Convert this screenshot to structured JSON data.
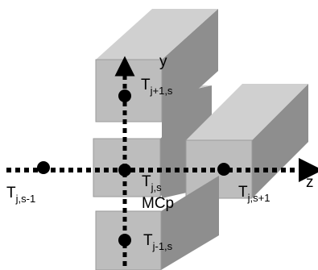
{
  "colors": {
    "front": "#bdbdbd",
    "top": "#d0d0d0",
    "side": "#8e8e8e",
    "lineDark": "#9a9a9a",
    "dot": "#000000"
  },
  "axes": {
    "y_label": "y",
    "z_label": "z"
  },
  "cell_labels": [
    {
      "base": "T",
      "sub": "j+1,s"
    },
    {
      "base": "T",
      "sub": "j,s"
    },
    {
      "base": "T",
      "sub": "j,s-1"
    },
    {
      "base": "T",
      "sub": "j,s+1"
    },
    {
      "base": "T",
      "sub": "j-1,s"
    }
  ],
  "center_extra_label": "MCp"
}
